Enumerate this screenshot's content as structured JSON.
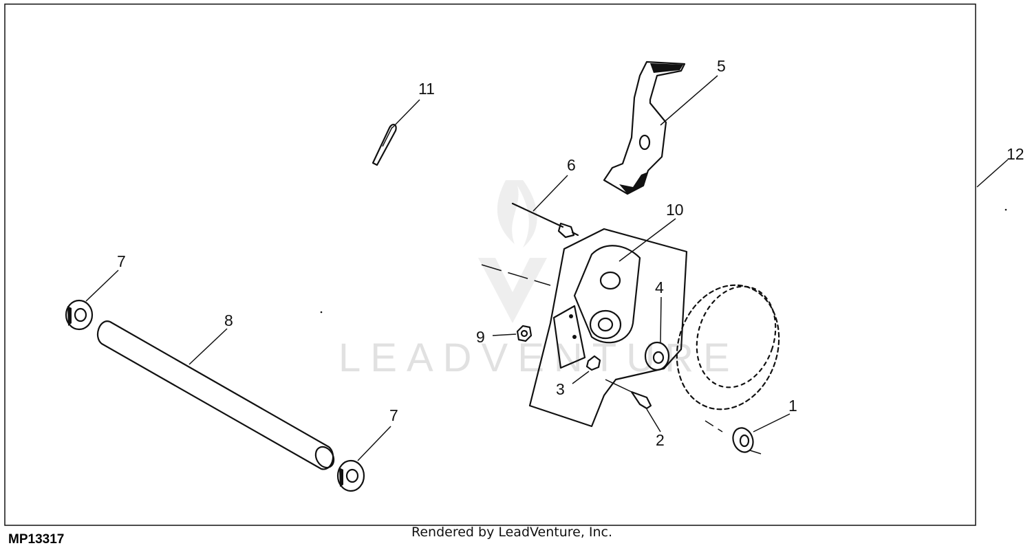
{
  "figure_id": "MP13317",
  "credit": "Rendered by LeadVenture, Inc.",
  "watermark": "LEADVENTURE",
  "callouts": {
    "c1": "1",
    "c2": "2",
    "c3": "3",
    "c4": "4",
    "c5": "5",
    "c6": "6",
    "c7a": "7",
    "c7b": "7",
    "c8": "8",
    "c9": "9",
    "c10": "10",
    "c11": "11",
    "c12": "12"
  }
}
